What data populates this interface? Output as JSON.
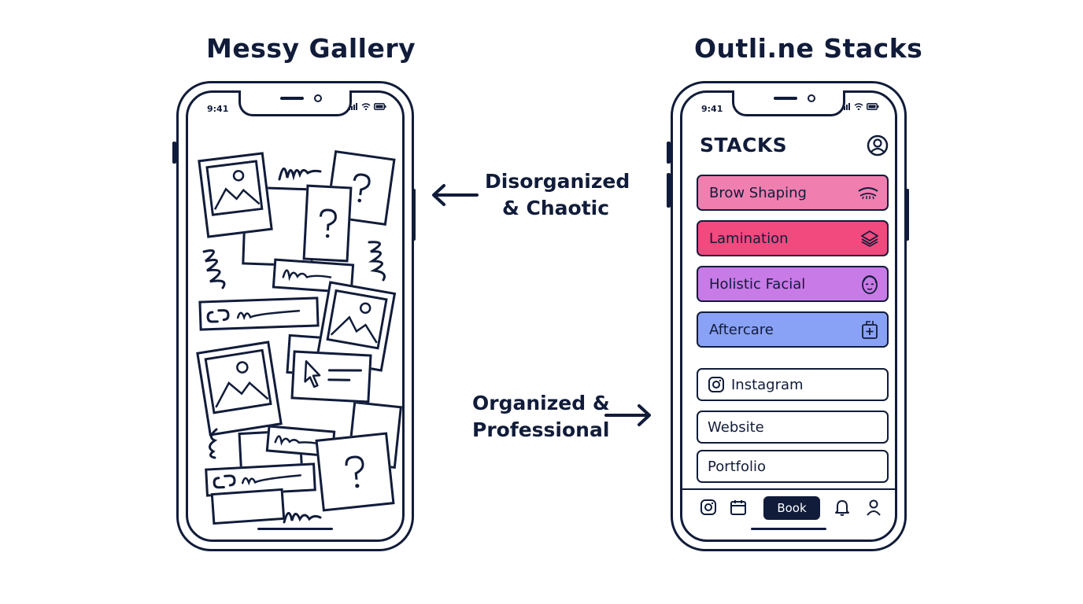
{
  "titles": {
    "left": "Messy Gallery",
    "right": "Outli.ne Stacks"
  },
  "annotations": {
    "disorganized_line1": "Disorganized",
    "disorganized_line2": "& Chaotic",
    "organized_line1": "Organized &",
    "organized_line2": "Professional"
  },
  "left_phone": {
    "time": "9:41"
  },
  "right_phone": {
    "time": "9:41",
    "heading": "STACKS",
    "stacks": [
      {
        "label": "Brow Shaping",
        "color": "#f07fb0",
        "icon": "eyebrow-icon"
      },
      {
        "label": "Lamination",
        "color": "#f2497e",
        "icon": "layers-icon"
      },
      {
        "label": "Holistic Facial",
        "color": "#c87ae6",
        "icon": "face-icon"
      },
      {
        "label": "Aftercare",
        "color": "#8aa2f5",
        "icon": "first-aid-kit-icon"
      }
    ],
    "links": [
      {
        "label": "Instagram",
        "icon": "instagram-icon"
      },
      {
        "label": "Website"
      },
      {
        "label": "Portfolio"
      }
    ],
    "tabbar": {
      "book_label": "Book"
    }
  },
  "colors": {
    "ink": "#111c3a",
    "background": "#ffffff"
  }
}
